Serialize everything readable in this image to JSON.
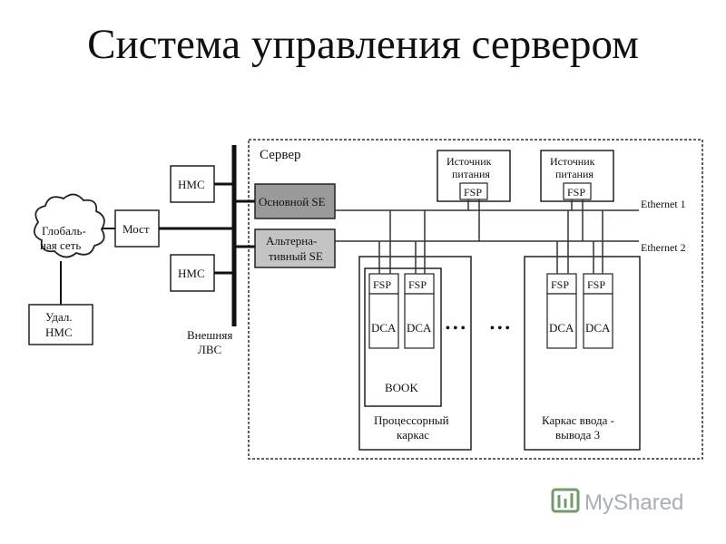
{
  "title": "Система управления сервером",
  "diagram": {
    "server_label": "Сервер",
    "global_net": [
      "Глобаль-",
      "ная сеть"
    ],
    "bridge": "Мост",
    "hmc_top": "HMC",
    "hmc_bottom": "HMC",
    "remote_hmc": [
      "Удал.",
      "HMC"
    ],
    "external_lan": [
      "Внешняя",
      "ЛВС"
    ],
    "primary_se": "Основной SE",
    "alt_se": [
      "Альтерна-",
      "тивный SE"
    ],
    "power_supply_1": [
      "Источник",
      "питания"
    ],
    "power_supply_2": [
      "Источник",
      "питания"
    ],
    "fsp": "FSP",
    "dca": "DCA",
    "ethernet_1": "Ethernet 1",
    "ethernet_2": "Ethernet 2",
    "book": "BOOK",
    "processor_cage": [
      "Процессорный",
      "каркас"
    ],
    "io_cage": [
      "Каркас ввода -",
      "вывода 3"
    ],
    "ellipsis": "• • •"
  },
  "watermark": {
    "text": "MyShared",
    "color": "#5a8a4e"
  }
}
